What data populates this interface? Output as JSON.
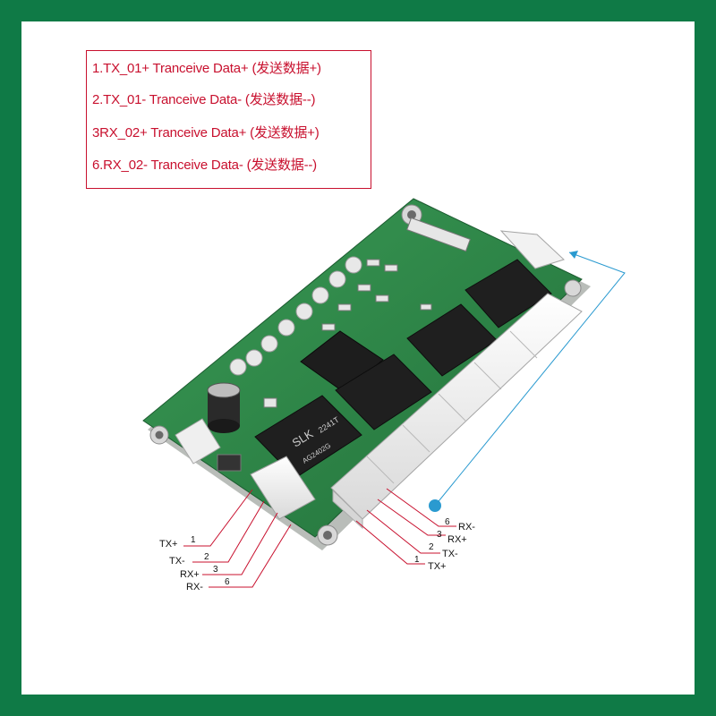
{
  "legend": {
    "lines": [
      "1.TX_01+ Tranceive Data+ (发送数据+)",
      "2.TX_01- Tranceive Data- (发送数据--)",
      "3RX_02+ Tranceive Data+ (发送数据+)",
      "6.RX_02- Tranceive Data- (发送数据--)"
    ]
  },
  "left_connector": {
    "labels": [
      "TX+",
      "TX-",
      "RX+",
      "RX-"
    ],
    "pins": [
      "1",
      "2",
      "3",
      "6"
    ]
  },
  "right_connector": {
    "labels": [
      "RX-",
      "RX+",
      "TX-",
      "TX+"
    ],
    "pins": [
      "6",
      "3",
      "2",
      "1"
    ]
  },
  "board": {
    "transformer_brand": "SLK",
    "transformer_model": "2241T",
    "transformer_code": "AG2402G"
  },
  "colors": {
    "background": "#0f7a46",
    "legend_text": "#c8102e",
    "pcb": "#2f8a4a",
    "leader_line": "#c8102e",
    "arrow": "#2a9ad0"
  }
}
